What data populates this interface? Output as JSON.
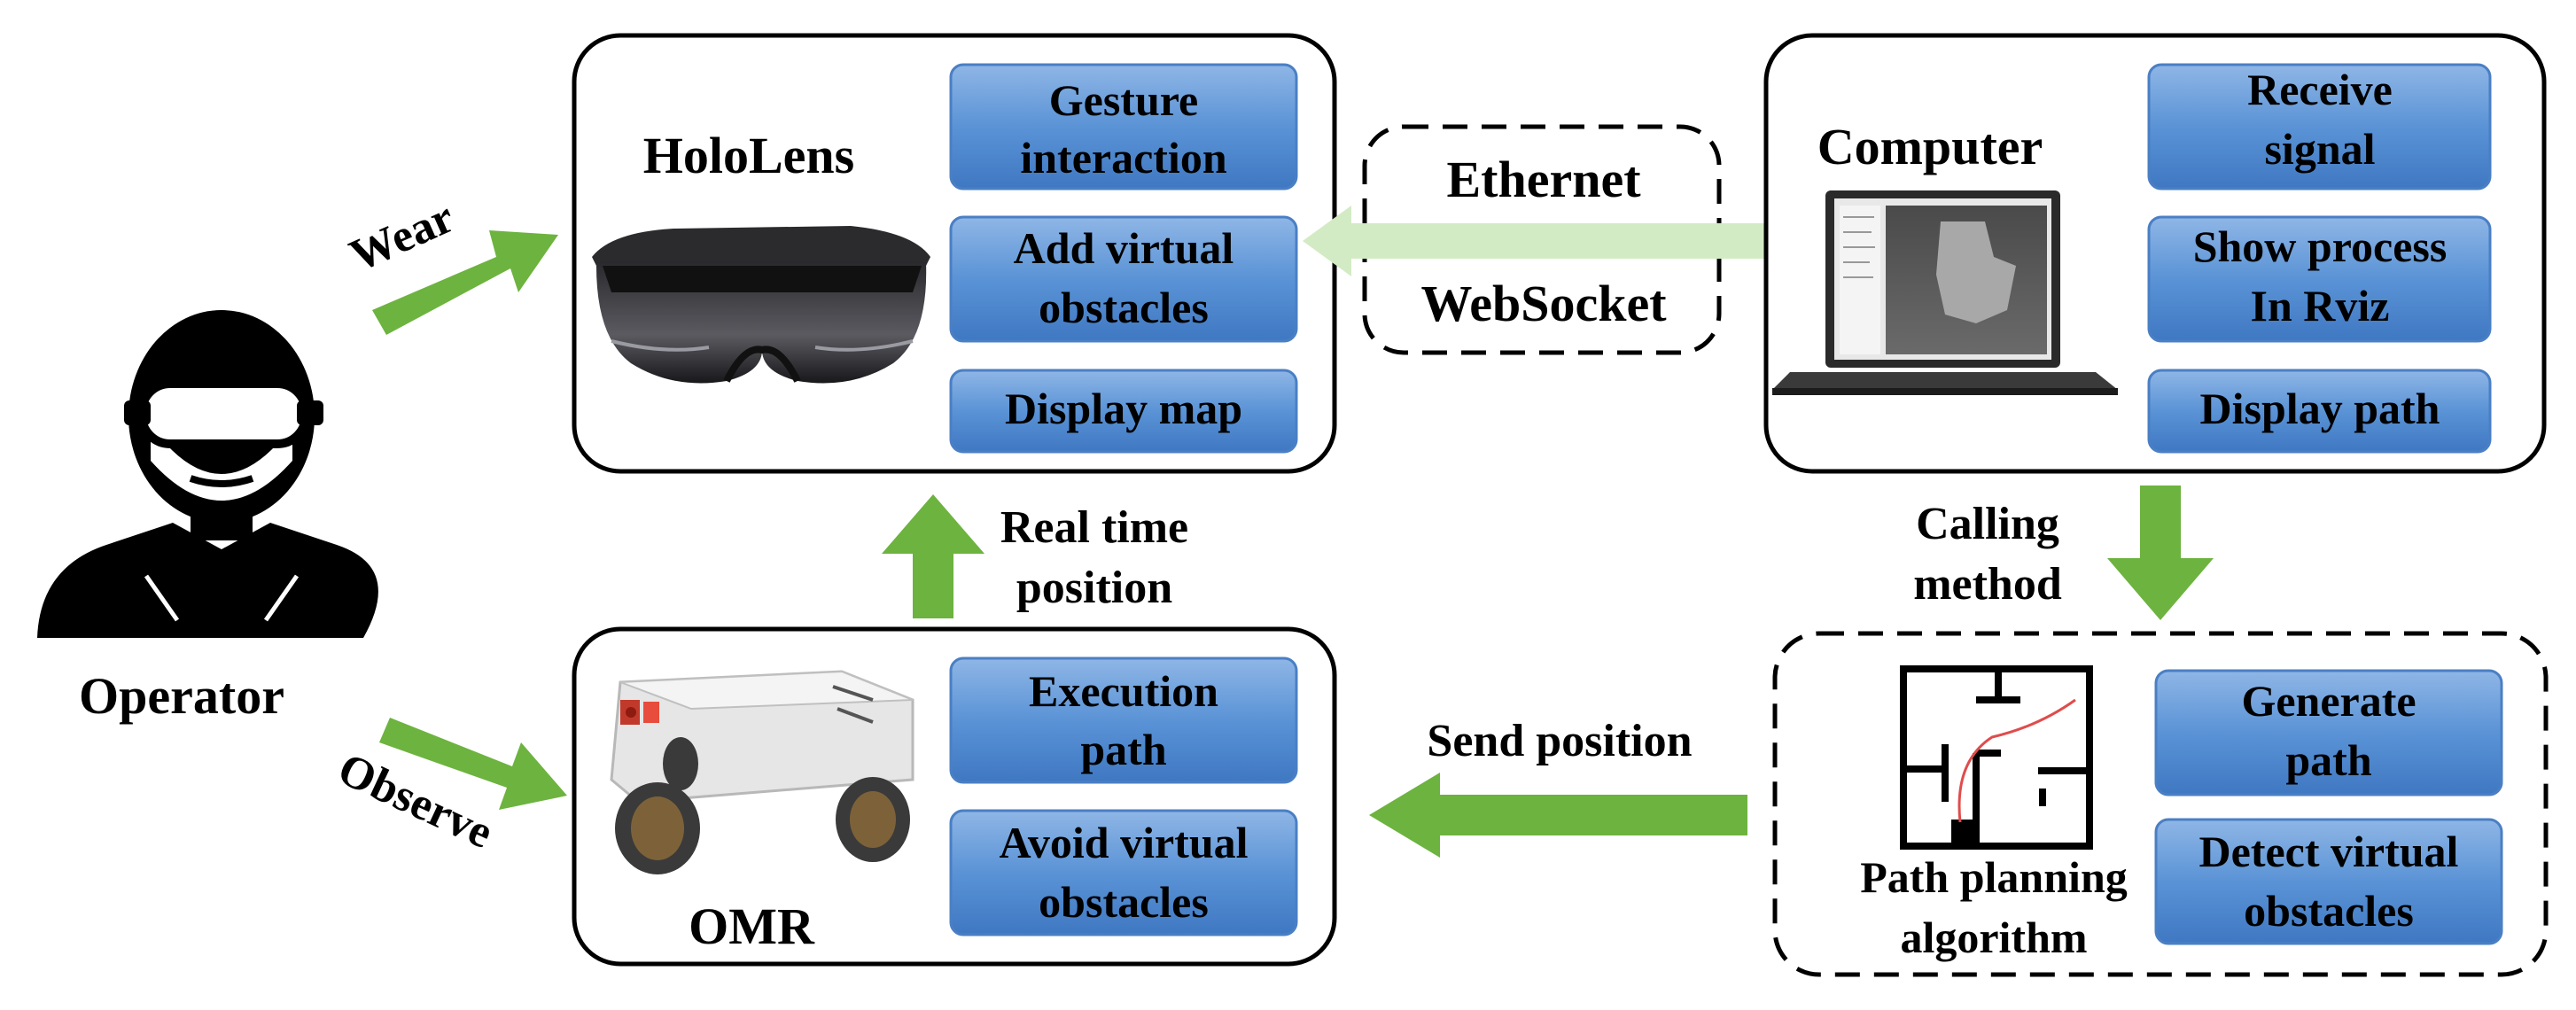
{
  "colors": {
    "button_fill": "#5A93D6",
    "button_border": "#4A7FC4",
    "arrow_green": "#6DB33F",
    "link_arrow_light_green": "#D3EBC4",
    "path_red": "#E04C4C"
  },
  "operator": {
    "label": "Operator",
    "wear_label": "Wear",
    "observe_label": "Observe"
  },
  "hololens": {
    "title": "HoloLens",
    "buttons": [
      {
        "line1": "Gesture",
        "line2": "interaction"
      },
      {
        "line1": "Add virtual",
        "line2": "obstacles"
      },
      {
        "line1": "Display map"
      }
    ]
  },
  "network": {
    "line1": "Ethernet",
    "line2": "WebSocket"
  },
  "computer": {
    "title": "Computer",
    "buttons": [
      {
        "line1": "Receive",
        "line2": "signal"
      },
      {
        "line1": "Show process",
        "line2": "In Rviz"
      },
      {
        "line1": "Display path"
      }
    ]
  },
  "flows": {
    "real_time_position": {
      "line1": "Real time",
      "line2": "position"
    },
    "calling_method": {
      "line1": "Calling",
      "line2": "method"
    },
    "send_position": {
      "label": "Send position"
    }
  },
  "omr": {
    "title": "OMR",
    "buttons": [
      {
        "line1": "Execution",
        "line2": "path"
      },
      {
        "line1": "Avoid virtual",
        "line2": "obstacles"
      }
    ]
  },
  "path_planning": {
    "caption_line1": "Path planning",
    "caption_line2": "algorithm",
    "buttons": [
      {
        "line1": "Generate",
        "line2": "path"
      },
      {
        "line1": "Detect virtual",
        "line2": "obstacles"
      }
    ]
  }
}
